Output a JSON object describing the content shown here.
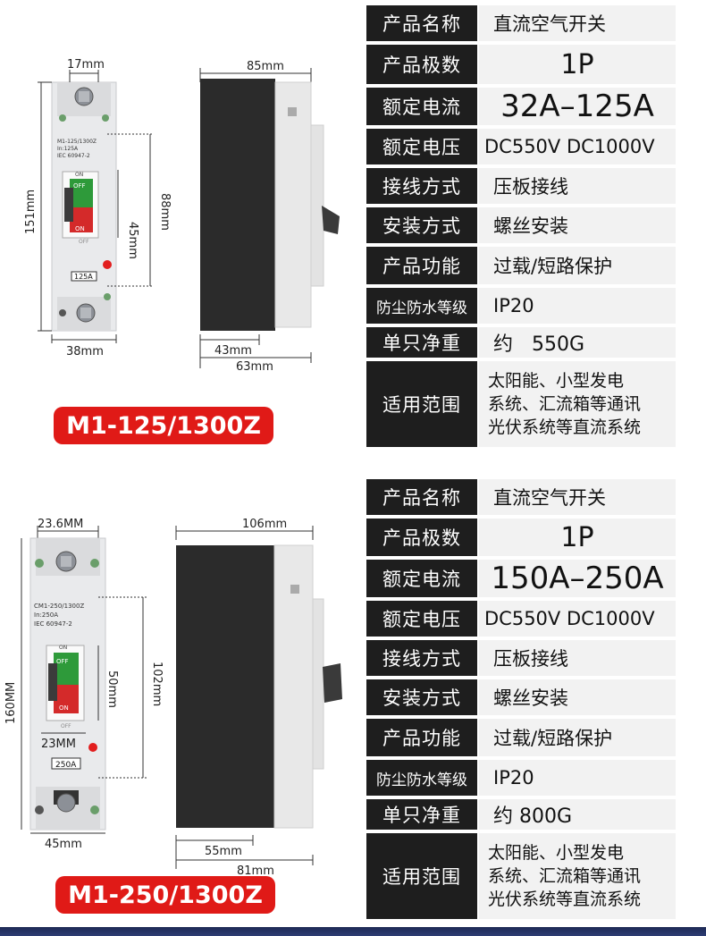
{
  "products": [
    {
      "model": "M1-125/1300Z",
      "label_lines": [
        "M1-125/1300Z",
        "In:125A",
        "IEC 60947-2"
      ],
      "rating_tag": "125A",
      "switch_off": "OFF",
      "switch_on": "ON",
      "front_dims": {
        "top_width": "17mm",
        "height": "151mm",
        "inner": "45mm",
        "side": "88mm",
        "bottom_width": "38mm"
      },
      "side_dims": {
        "depth": "85mm",
        "inner_depth": "43mm",
        "total_depth": "63mm"
      },
      "specs": [
        {
          "label": "产品名称",
          "value": "直流空气开关"
        },
        {
          "label": "产品极数",
          "value": "1P"
        },
        {
          "label": "额定电流",
          "value": "32A–125A"
        },
        {
          "label": "额定电压",
          "value": "DC550V DC1000V"
        },
        {
          "label": "接线方式",
          "value": "压板接线"
        },
        {
          "label": "安装方式",
          "value": "螺丝安装"
        },
        {
          "label": "产品功能",
          "value": "过载/短路保护"
        },
        {
          "label": "防尘防水等级",
          "value": "IP20"
        },
        {
          "label": "单只净重",
          "value": "约   550G"
        },
        {
          "label": "适用范围",
          "value": "太阳能、小型发电\n系统、汇流箱等通讯\n光伏系统等直流系统"
        }
      ]
    },
    {
      "model": "M1-250/1300Z",
      "label_lines": [
        "CM1-250/1300Z",
        "In:250A",
        "IEC 60947-2"
      ],
      "rating_tag": "250A",
      "switch_off": "OFF",
      "switch_on": "ON",
      "front_dims": {
        "top_width": "23.6MM",
        "height": "160MM",
        "inner": "50mm",
        "side": "102mm",
        "handle": "23MM",
        "bottom_width": "45mm"
      },
      "side_dims": {
        "depth": "106mm",
        "inner_depth": "55mm",
        "total_depth": "81mm"
      },
      "specs": [
        {
          "label": "产品名称",
          "value": "直流空气开关"
        },
        {
          "label": "产品极数",
          "value": "1P"
        },
        {
          "label": "额定电流",
          "value": "150A–250A"
        },
        {
          "label": "额定电压",
          "value": "DC550V DC1000V"
        },
        {
          "label": "接线方式",
          "value": "压板接线"
        },
        {
          "label": "安装方式",
          "value": "螺丝安装"
        },
        {
          "label": "产品功能",
          "value": "过载/短路保护"
        },
        {
          "label": "防尘防水等级",
          "value": "IP20"
        },
        {
          "label": "单只净重",
          "value": "约 800G"
        },
        {
          "label": "适用范围",
          "value": "太阳能、小型发电\n系统、汇流箱等通讯\n光伏系统等直流系统"
        }
      ]
    }
  ],
  "colors": {
    "label_bg": "#1e1e1e",
    "value_bg": "#f2f2f2",
    "badge": "#e01a17",
    "housing_dark": "#2b2b2b",
    "housing_light": "#e8e8e8",
    "switch_green": "#2e9a3a",
    "switch_red": "#d42a2a"
  }
}
